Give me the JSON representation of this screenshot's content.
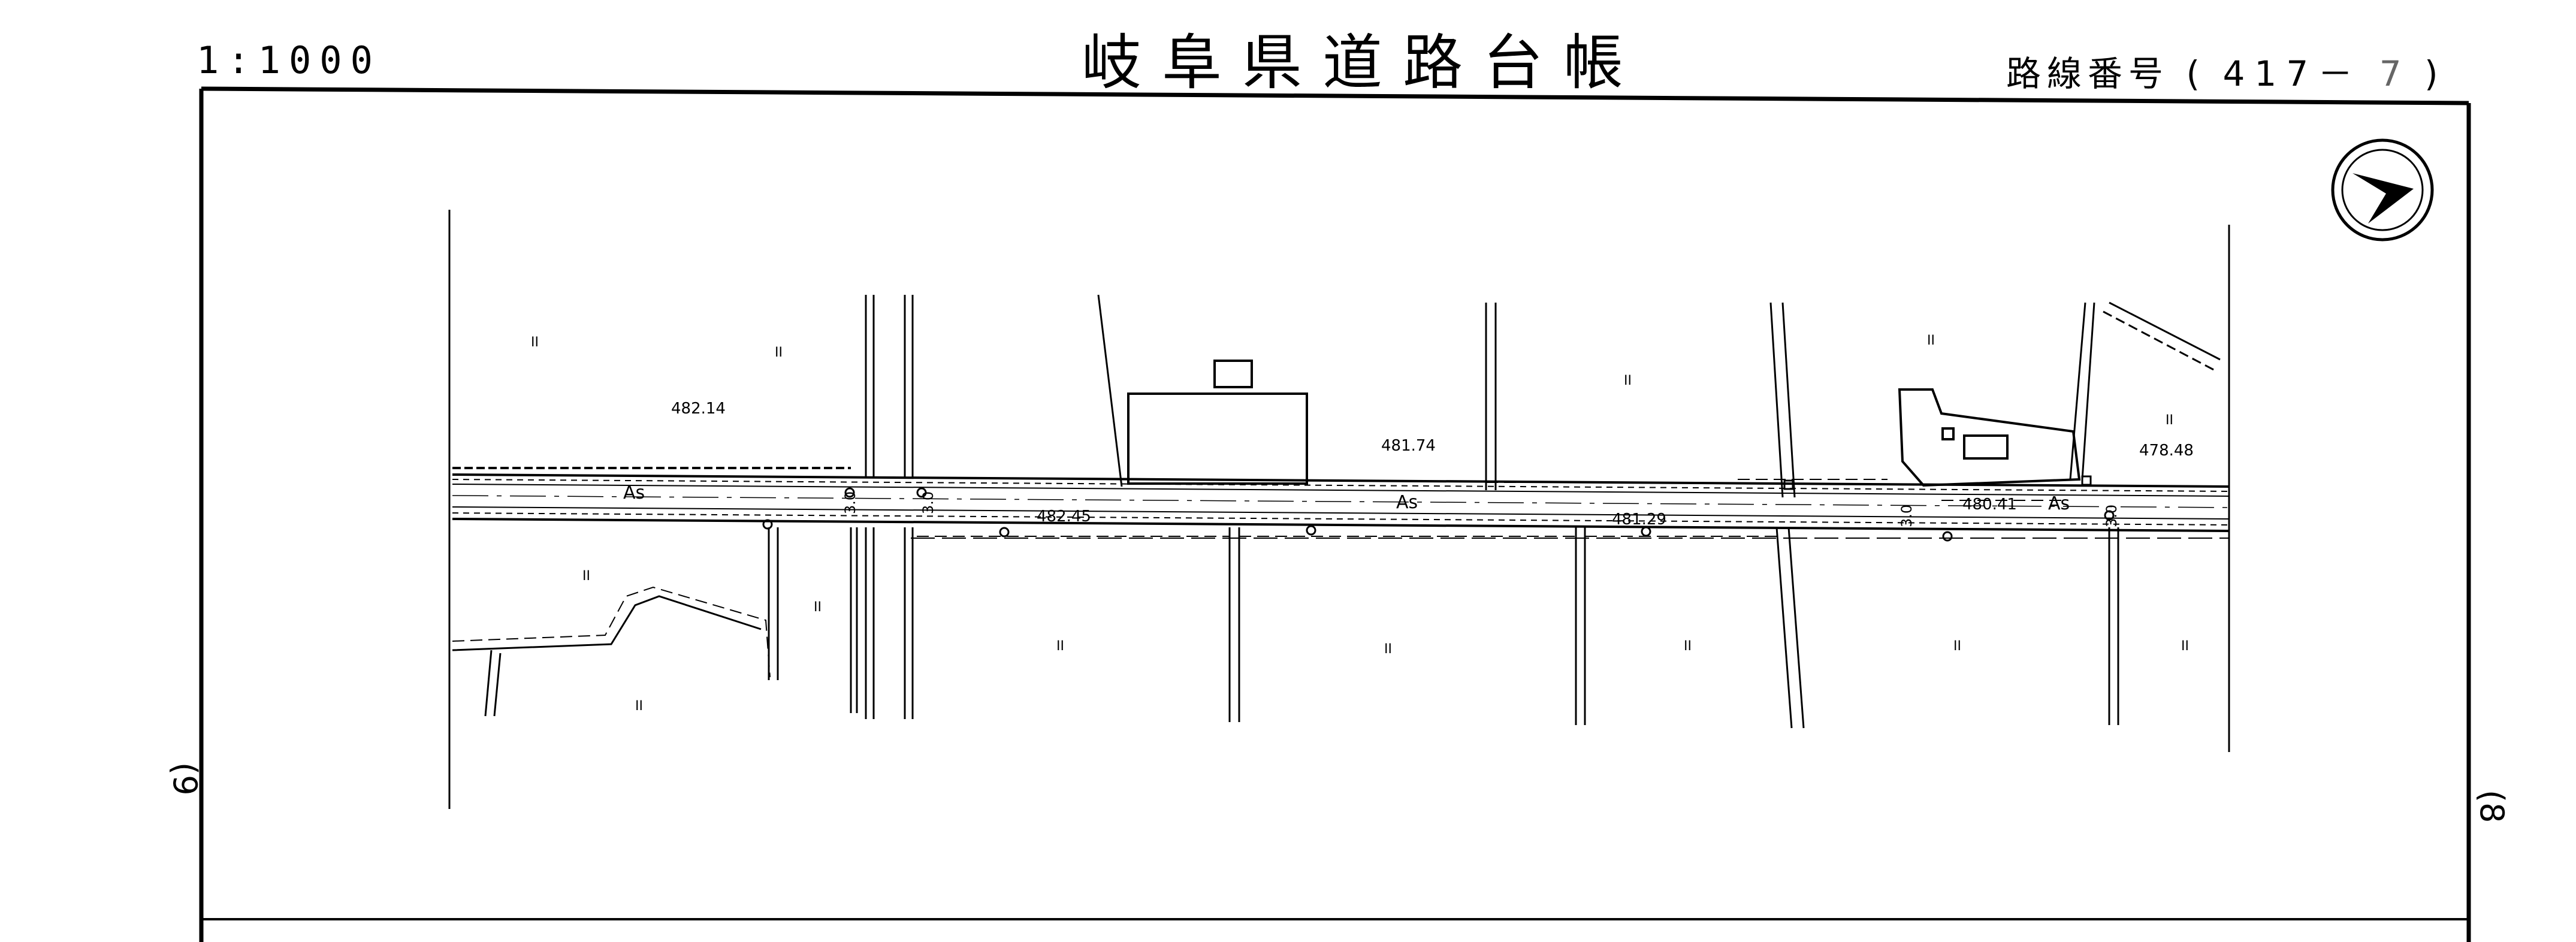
{
  "header": {
    "scale": "1:1000",
    "title": "岐阜県道路台帳",
    "route_label": "路線番号",
    "route_open": "(",
    "route_number": "417－",
    "route_sub": "7",
    "route_close": ")"
  },
  "margin": {
    "left_page": "(9",
    "right_page": "(8"
  },
  "map": {
    "surface_code": "As",
    "elevations": {
      "e1": "482.14",
      "e2": "481.74",
      "e3": "482.45",
      "e4": "481.29",
      "e5": "480.41",
      "e6": "478.48"
    },
    "widths": {
      "w1": "3.0",
      "w2": "3.0",
      "w3": "3.0",
      "w4": "3.0"
    },
    "land_mark": "II"
  }
}
